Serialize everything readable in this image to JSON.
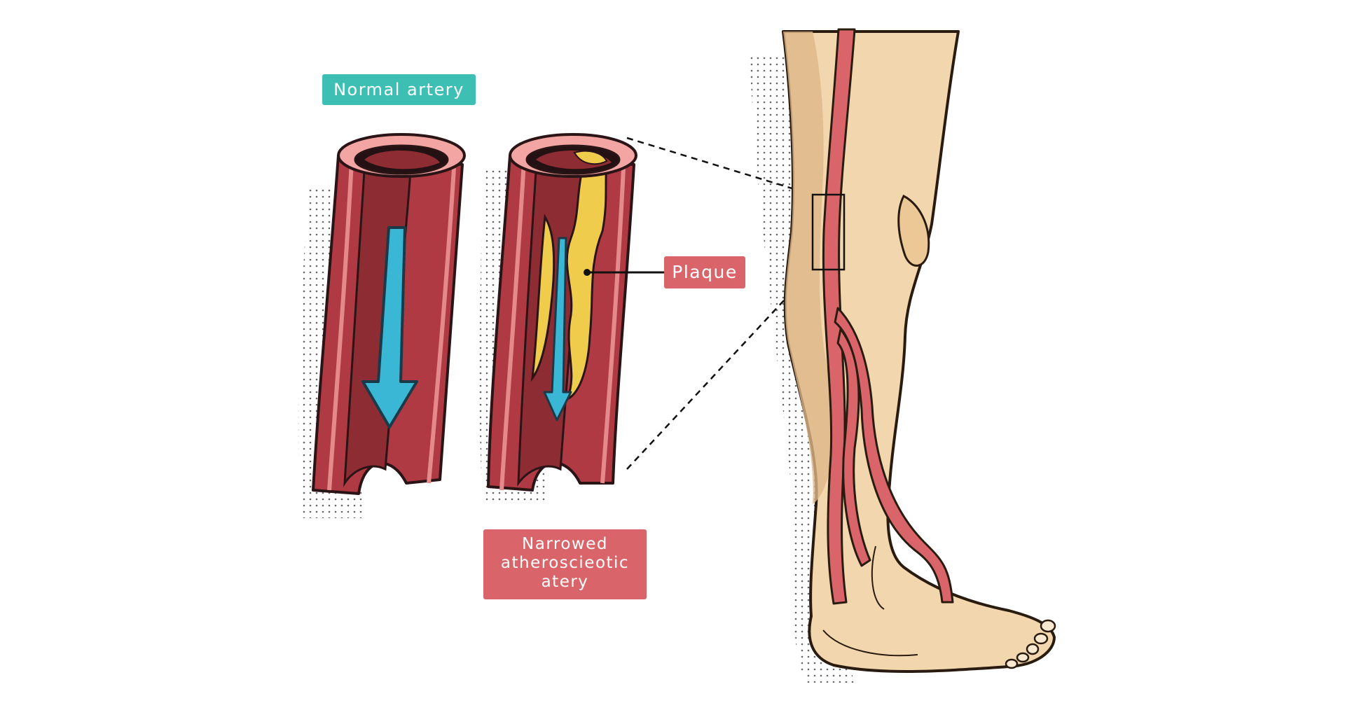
{
  "labels": {
    "normal_artery": "Normal artery",
    "plaque": "Plaque",
    "narrowed": [
      "Narrowed",
      "atheroscieotic",
      "atery"
    ]
  },
  "colors": {
    "artery_outer": "#b03a44",
    "artery_inner": "#8e2c33",
    "artery_cut": "#f2a5a2",
    "plaque": "#f0cc4c",
    "flow_arrow": "#3ab7d4",
    "skin": "#f2d6ae",
    "skin_shadow": "#dcb788",
    "vessel": "#d9656a",
    "teal_label": "#3dbfb4",
    "red_label": "#d9656a"
  }
}
